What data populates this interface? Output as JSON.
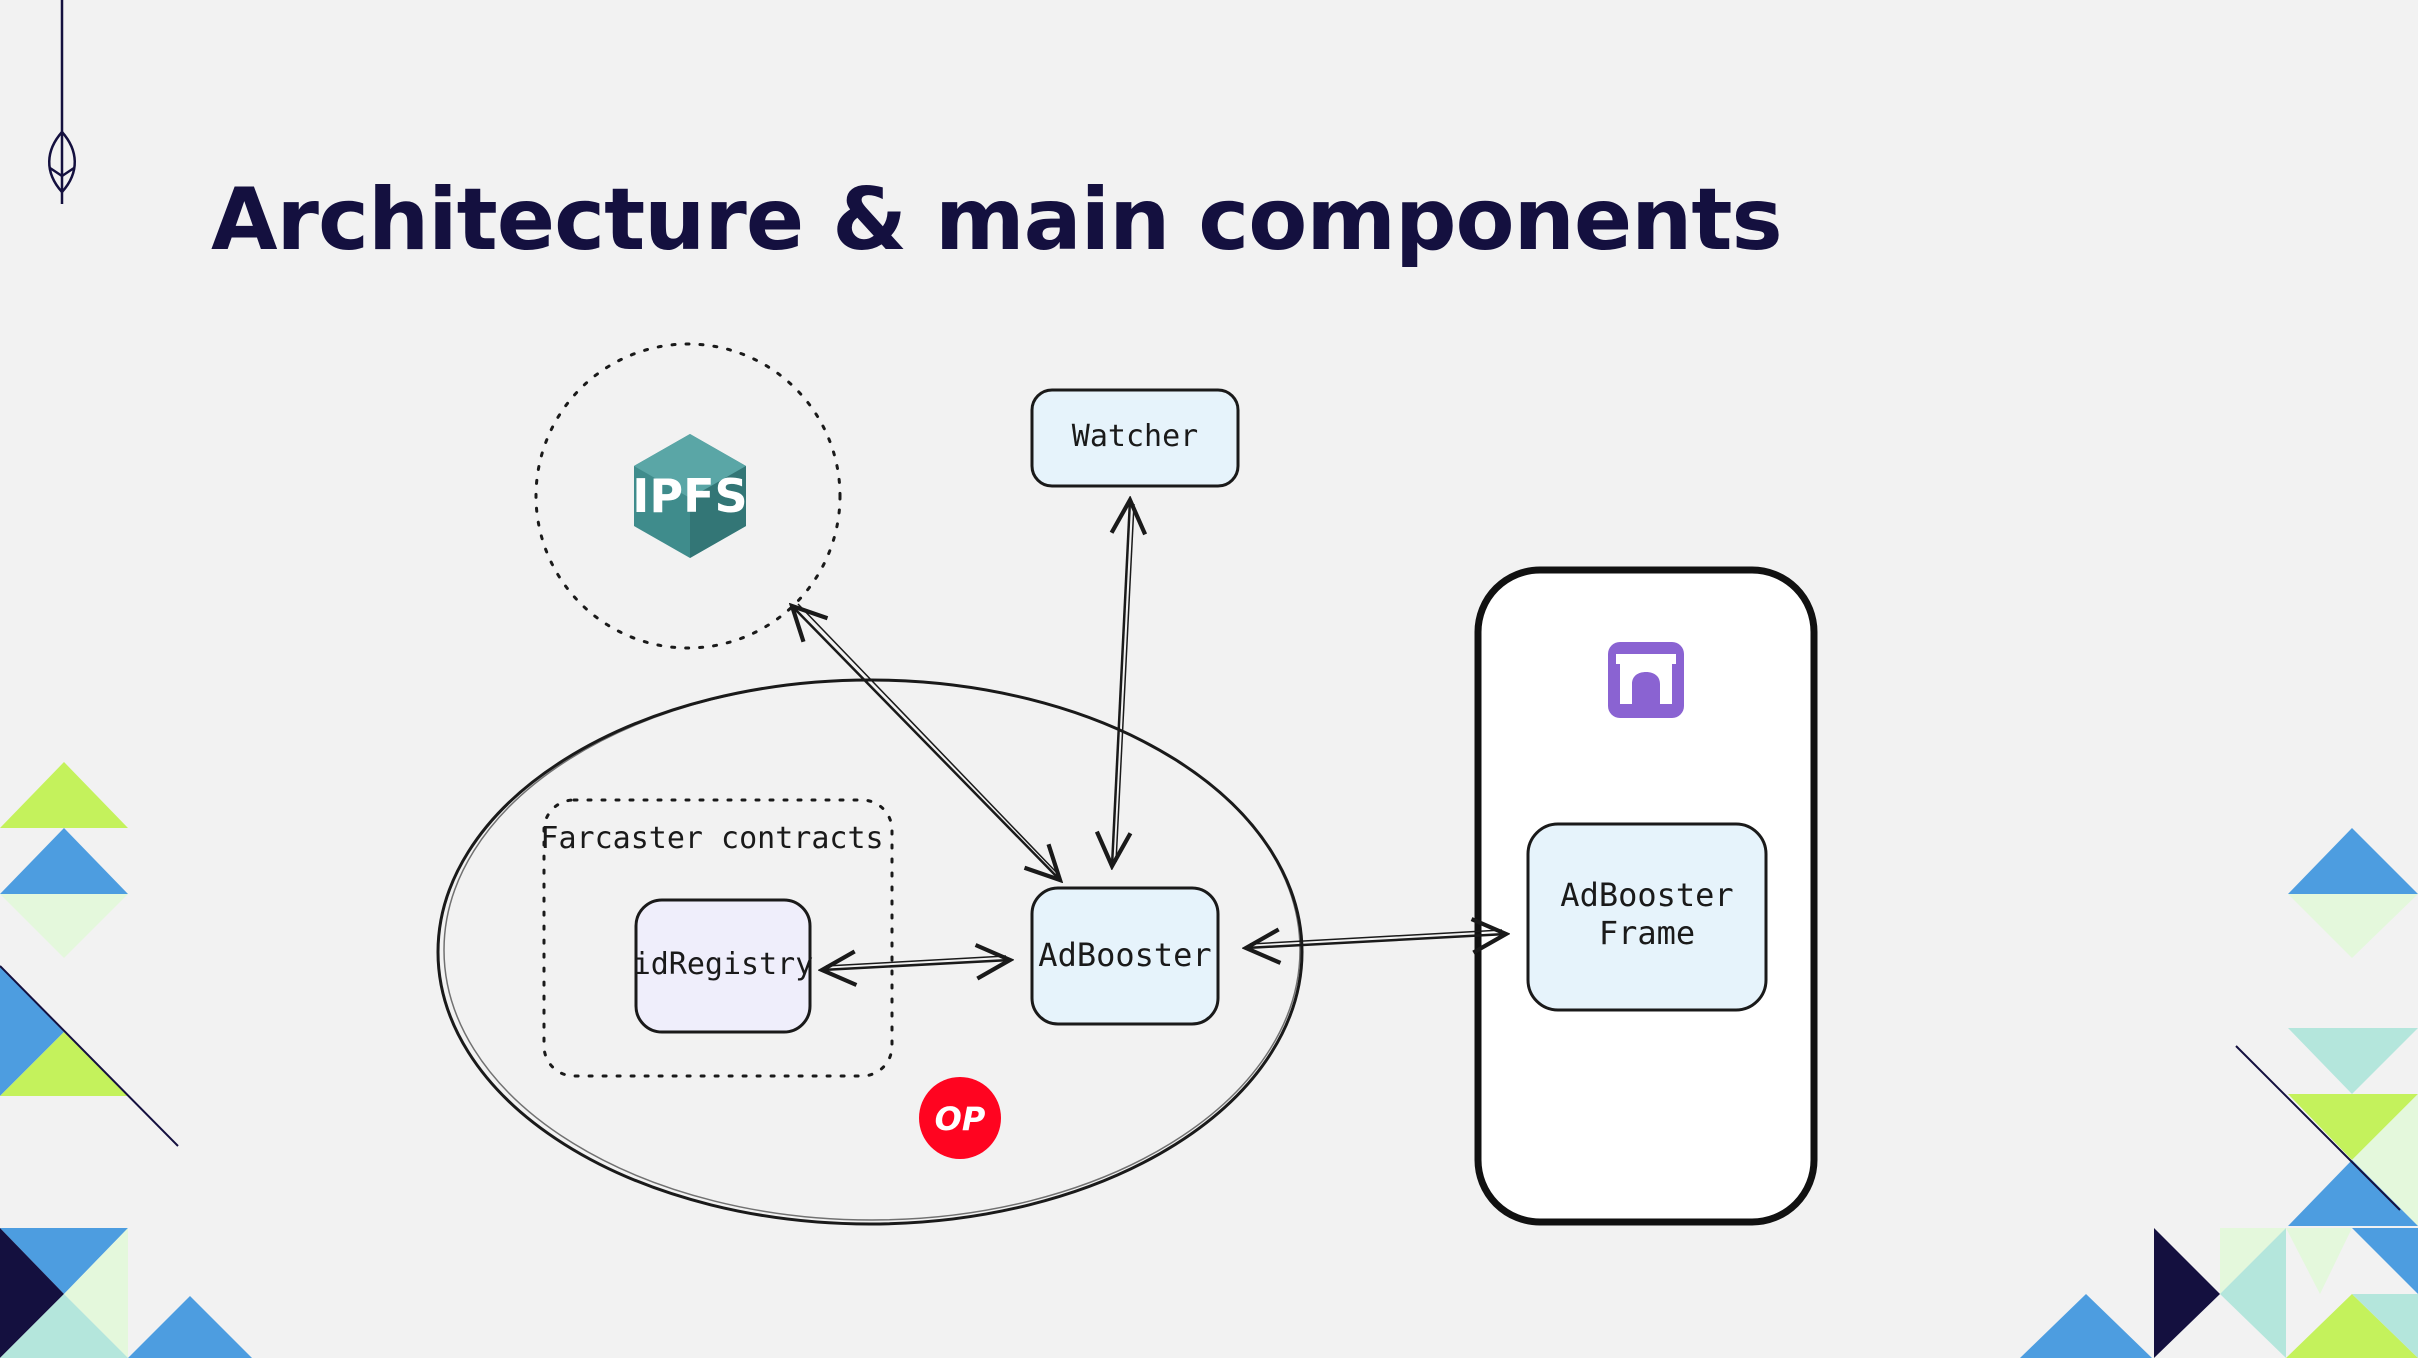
{
  "slide": {
    "title": "Architecture & main components"
  },
  "diagram": {
    "nodes": {
      "watcher": "Watcher",
      "farcaster_group": "Farcaster contracts",
      "id_registry": "idRegistry",
      "adbooster": "AdBooster",
      "frame_line1": "AdBooster",
      "frame_line2": "Frame"
    },
    "logos": {
      "ipfs": "IPFS",
      "optimism": "OP",
      "ipfs_icon": "ipfs-cube-icon",
      "frame_app_icon": "warpcast-arch-icon"
    },
    "edges": [
      {
        "from": "IPFS",
        "to": "AdBooster",
        "direction": "both"
      },
      {
        "from": "Watcher",
        "to": "AdBooster",
        "direction": "both"
      },
      {
        "from": "idRegistry",
        "to": "AdBooster",
        "direction": "both"
      },
      {
        "from": "AdBooster",
        "to": "AdBooster Frame",
        "direction": "both"
      }
    ]
  },
  "colors": {
    "title": "#14103f",
    "node_fill": "#e6f3fb",
    "registry_fill": "#efeefb",
    "ipfs": "#3f8c8c",
    "optimism": "#ff0420",
    "frame_icon": "#8a63d2",
    "accent_green": "#c4f25c",
    "accent_blue": "#4d9de0",
    "accent_navy": "#141038",
    "accent_mint": "#b4e6dc"
  }
}
